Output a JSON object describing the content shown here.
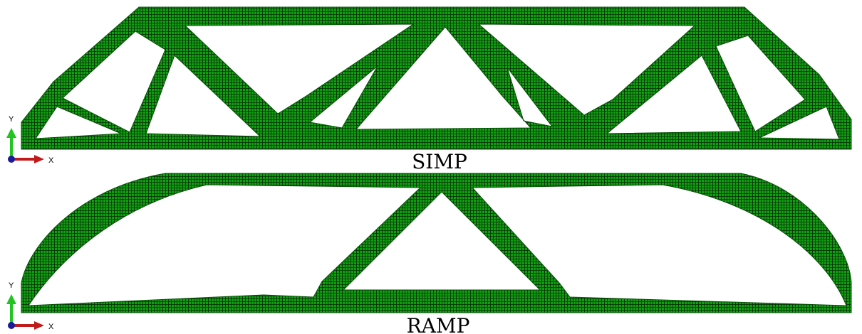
{
  "figures": [
    {
      "id": "simp",
      "caption": "SIMP"
    },
    {
      "id": "ramp",
      "caption": "RAMP"
    }
  ],
  "axis_triad": {
    "x_label": "X",
    "y_label": "Y"
  },
  "colors": {
    "material": "#129e12",
    "mesh_lines": "#062806",
    "background": "#ffffff",
    "axis_y": "#22c422",
    "axis_x": "#c01a1a",
    "axis_origin": "#1a1a9a"
  },
  "icons": [
    "axis-triad-icon"
  ]
}
